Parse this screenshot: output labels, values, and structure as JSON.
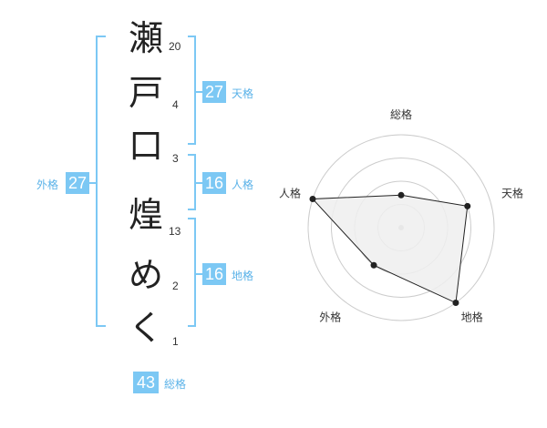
{
  "name": {
    "characters": [
      {
        "char": "瀬",
        "strokes": "20"
      },
      {
        "char": "戸",
        "strokes": "4"
      },
      {
        "char": "口",
        "strokes": "3"
      },
      {
        "char": "煌",
        "strokes": "13"
      },
      {
        "char": "め",
        "strokes": "2"
      },
      {
        "char": "く",
        "strokes": "1"
      }
    ]
  },
  "fortune": {
    "tenkaku": {
      "value": "27",
      "label": "天格"
    },
    "jinkaku": {
      "value": "16",
      "label": "人格"
    },
    "chikaku": {
      "value": "16",
      "label": "地格"
    },
    "gaikaku": {
      "value": "27",
      "label": "外格"
    },
    "soukaku": {
      "value": "43",
      "label": "総格"
    }
  },
  "chart_data": {
    "type": "radar",
    "axes": [
      "総格",
      "天格",
      "地格",
      "外格",
      "人格"
    ],
    "values": [
      0.35,
      0.75,
      1.0,
      0.5,
      1.0
    ],
    "rmax": 1,
    "rings": 4,
    "colors": {
      "fill": "#efefef",
      "line": "#222222",
      "grid": "#cccccc",
      "center": "#bbbbbb"
    }
  },
  "colors": {
    "accent": "#7cc8f4",
    "bracket": "#7cc8f4",
    "label": "#5ab2e8"
  }
}
